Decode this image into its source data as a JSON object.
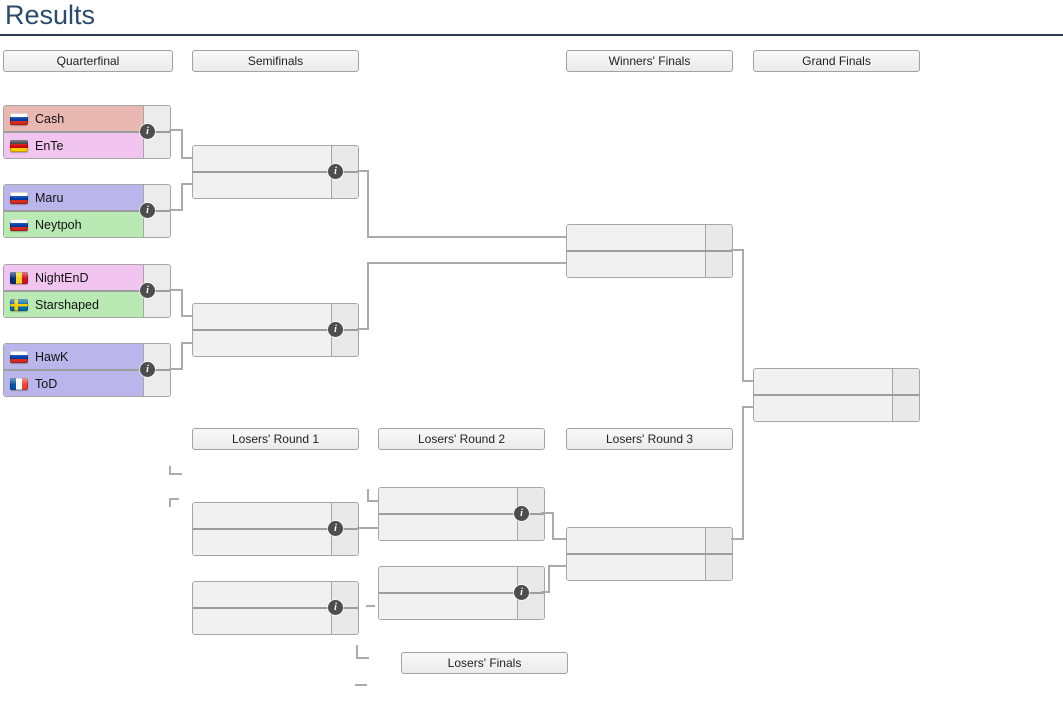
{
  "title": "Results",
  "icons": {
    "info": "i"
  },
  "round_headers": {
    "quarterfinal": "Quarterfinal",
    "semifinals": "Semifinals",
    "winners_finals": "Winners' Finals",
    "grand_finals": "Grand Finals",
    "losers_round_1": "Losers' Round 1",
    "losers_round_2": "Losers' Round 2",
    "losers_round_3": "Losers' Round 3",
    "losers_finals": "Losers' Finals"
  },
  "colors": {
    "title_text": "#2a4b6c",
    "title_rule": "#2b3e50",
    "box_border": "#a6a6a6",
    "connector": "#ababab",
    "empty_row": "#f1f1f1",
    "score_cell": "#ececec",
    "info_icon": "#4d4d4d",
    "row_salmon": "#e9b8b3",
    "row_pink": "#f2c5f0",
    "row_lavender": "#bab6ec",
    "row_green": "#b9eab4"
  },
  "quarterfinals": [
    {
      "players": [
        {
          "name": "Cash",
          "country": "Russia",
          "row_color": "#e9b8b3",
          "score": ""
        },
        {
          "name": "EnTe",
          "country": "Germany",
          "row_color": "#f2c5f0",
          "score": ""
        }
      ]
    },
    {
      "players": [
        {
          "name": "Maru",
          "country": "Russia",
          "row_color": "#bab6ec",
          "score": ""
        },
        {
          "name": "Neytpoh",
          "country": "Russia",
          "row_color": "#b9eab4",
          "score": ""
        }
      ]
    },
    {
      "players": [
        {
          "name": "NightEnD",
          "country": "Romania",
          "row_color": "#f2c5f0",
          "score": ""
        },
        {
          "name": "Starshaped",
          "country": "Sweden",
          "row_color": "#b9eab4",
          "score": ""
        }
      ]
    },
    {
      "players": [
        {
          "name": "HawK",
          "country": "Russia",
          "row_color": "#bab6ec",
          "score": ""
        },
        {
          "name": "ToD",
          "country": "France",
          "row_color": "#bab6ec",
          "score": ""
        }
      ]
    }
  ]
}
